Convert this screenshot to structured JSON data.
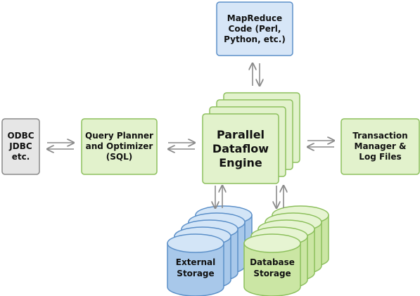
{
  "nodes": {
    "mapreduce": {
      "label": "MapReduce\nCode (Perl,\nPython, etc.)"
    },
    "odbc": {
      "label": "ODBC\nJDBC\netc."
    },
    "query_planner": {
      "label": "Query Planner\nand Optimizer\n(SQL)"
    },
    "engine": {
      "label": "Parallel\nDataflow\nEngine"
    },
    "transaction": {
      "label": "Transaction\nManager &\nLog Files"
    },
    "external_storage": {
      "label": "External\nStorage"
    },
    "database_storage": {
      "label": "Database\nStorage"
    }
  },
  "colors": {
    "blue_fill": "#d7e6f7",
    "blue_stroke": "#5b8fc8",
    "green_fill": "#e2f2cc",
    "green_stroke": "#8cbf5c",
    "gray_fill": "#e6e6e6",
    "gray_stroke": "#888888",
    "cyl_blue_fill": "#a8c8ea",
    "cyl_blue_top": "#d3e5f7",
    "cyl_green_fill": "#cbe6a4",
    "cyl_green_top": "#e6f4d2",
    "arrow": "#8a8a8a"
  }
}
